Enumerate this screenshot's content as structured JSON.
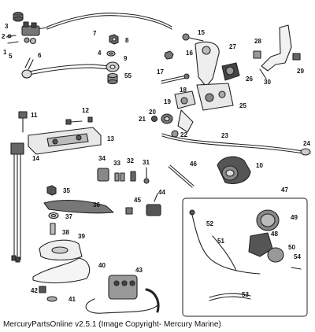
{
  "footer": "MercuryPartsOnline v2.5.1 (Image Copyright- Mercury Marine)",
  "callouts": [
    "1",
    "2",
    "3",
    "4",
    "5",
    "6",
    "7",
    "8",
    "9",
    "10",
    "11",
    "12",
    "13",
    "14",
    "15",
    "16",
    "17",
    "18",
    "19",
    "20",
    "21",
    "22",
    "23",
    "24",
    "25",
    "26",
    "27",
    "28",
    "29",
    "30",
    "31",
    "32",
    "33",
    "34",
    "35",
    "36",
    "37",
    "38",
    "39",
    "40",
    "41",
    "42",
    "43",
    "44",
    "45",
    "46",
    "47",
    "48",
    "49",
    "50",
    "51",
    "52",
    "53",
    "54",
    "55"
  ]
}
